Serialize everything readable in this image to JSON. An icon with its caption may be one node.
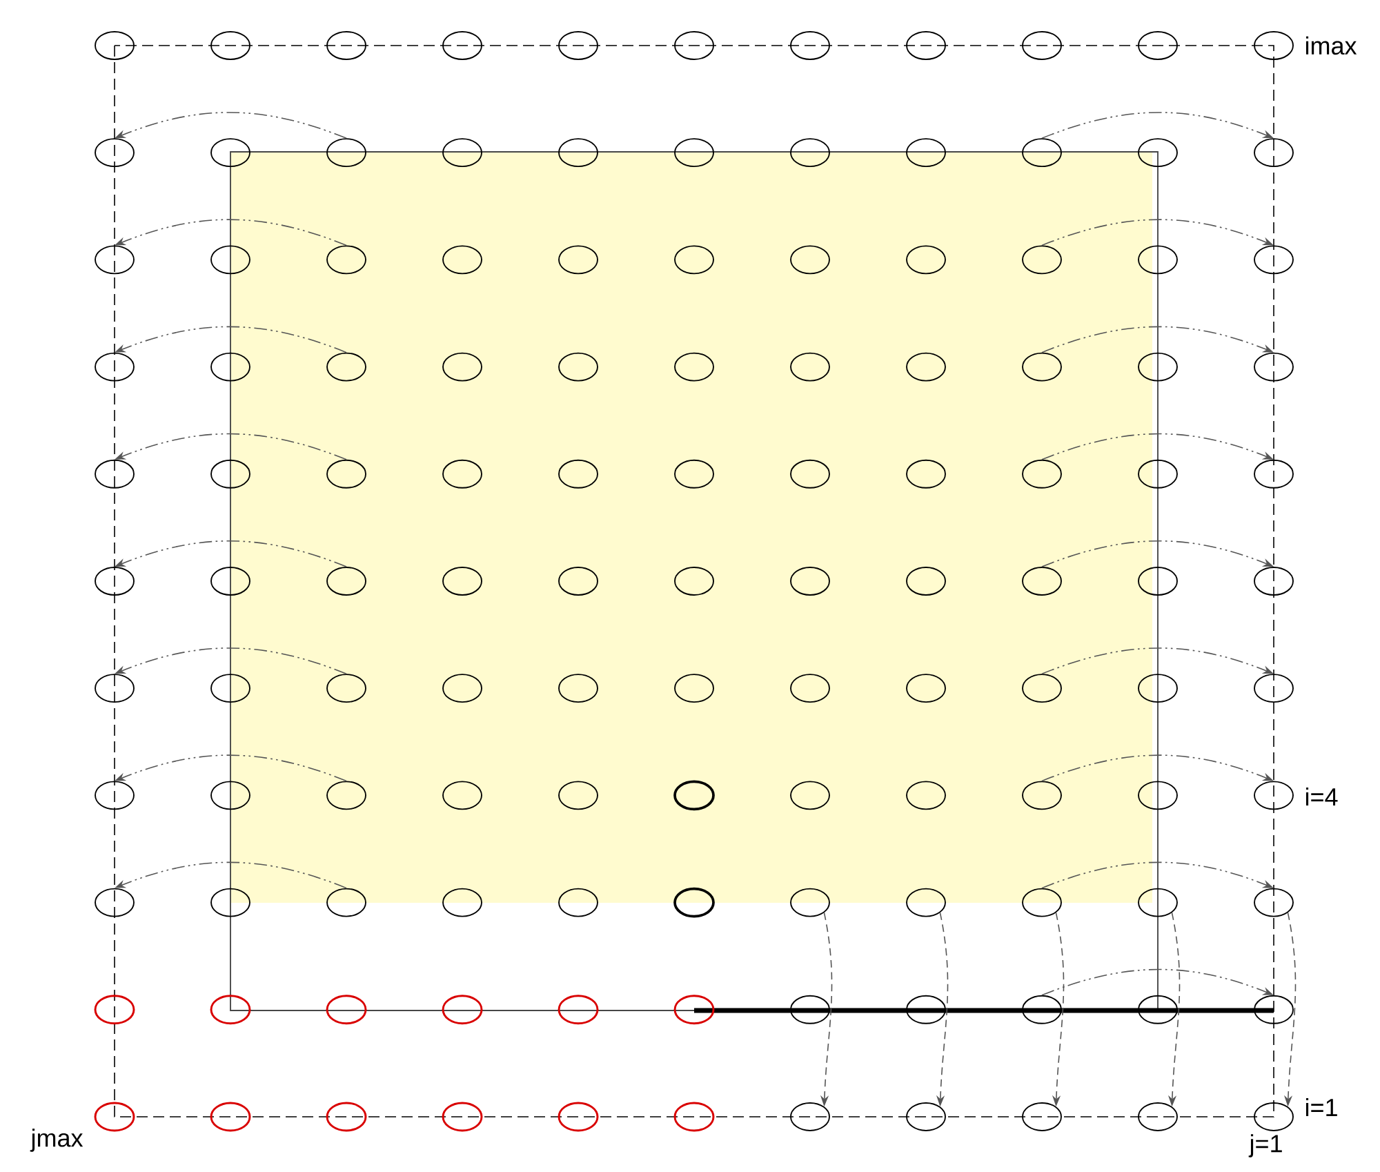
{
  "diagram": {
    "nodes": [
      {
        "text": [],
        "shape": "ellipse"
      },
      {
        "text": [],
        "shape": "ellipse"
      },
      {
        "text": [],
        "shape": "ellipse"
      },
      {
        "text": [],
        "shape": "ellipse"
      },
      {
        "text": [],
        "shape": "ellipse"
      },
      {
        "text": [],
        "shape": "ellipse"
      },
      {
        "text": [],
        "shape": "ellipse"
      },
      {
        "text": [],
        "shape": "ellipse"
      },
      {
        "text": [],
        "shape": "ellipse"
      },
      {
        "text": [],
        "shape": "ellipse"
      },
      {
        "text": [],
        "shape": "ellipse"
      },
      {
        "text": [],
        "shape": "ellipse"
      },
      {
        "text": [],
        "shape": "ellipse"
      },
      {
        "text": [],
        "shape": "ellipse"
      },
      {
        "text": [],
        "shape": "ellipse"
      },
      {
        "text": [],
        "shape": "ellipse"
      },
      {
        "text": [],
        "shape": "ellipse"
      },
      {
        "text": [],
        "shape": "ellipse"
      },
      {
        "text": [],
        "shape": "ellipse"
      },
      {
        "text": [],
        "shape": "ellipse"
      },
      {
        "text": [],
        "shape": "ellipse"
      },
      {
        "text": [],
        "shape": "ellipse"
      },
      {
        "text": [],
        "shape": "ellipse"
      },
      {
        "text": [],
        "shape": "ellipse"
      },
      {
        "text": [],
        "shape": "ellipse"
      },
      {
        "text": [],
        "shape": "ellipse"
      },
      {
        "text": [],
        "shape": "ellipse"
      },
      {
        "text": [],
        "shape": "ellipse"
      },
      {
        "text": [],
        "shape": "ellipse"
      },
      {
        "text": [],
        "shape": "ellipse"
      },
      {
        "text": [],
        "shape": "ellipse"
      },
      {
        "text": [],
        "shape": "ellipse"
      },
      {
        "text": [],
        "shape": "ellipse"
      },
      {
        "text": [],
        "shape": "ellipse"
      },
      {
        "text": [],
        "shape": "ellipse"
      },
      {
        "text": [],
        "shape": "ellipse"
      },
      {
        "text": [],
        "shape": "ellipse"
      },
      {
        "text": [],
        "shape": "ellipse"
      },
      {
        "text": [],
        "shape": "ellipse"
      },
      {
        "text": [],
        "shape": "ellipse"
      },
      {
        "text": [],
        "shape": "ellipse"
      },
      {
        "text": [],
        "shape": "ellipse"
      },
      {
        "text": [],
        "shape": "ellipse"
      },
      {
        "text": [],
        "shape": "ellipse"
      },
      {
        "text": [],
        "shape": "ellipse"
      },
      {
        "text": [],
        "shape": "ellipse"
      },
      {
        "text": [],
        "shape": "ellipse"
      },
      {
        "text": [],
        "shape": "ellipse"
      },
      {
        "text": [],
        "shape": "ellipse"
      },
      {
        "text": [],
        "shape": "ellipse"
      },
      {
        "text": [],
        "shape": "ellipse"
      },
      {
        "text": [],
        "shape": "ellipse"
      },
      {
        "text": [],
        "shape": "ellipse"
      },
      {
        "text": [],
        "shape": "ellipse"
      },
      {
        "text": [],
        "shape": "ellipse"
      },
      {
        "text": [],
        "shape": "ellipse"
      },
      {
        "text": [],
        "shape": "ellipse"
      },
      {
        "text": [],
        "shape": "ellipse"
      },
      {
        "text": [],
        "shape": "ellipse"
      },
      {
        "text": [],
        "shape": "ellipse"
      },
      {
        "text": [],
        "shape": "ellipse"
      },
      {
        "text": [],
        "shape": "ellipse"
      },
      {
        "text": [],
        "shape": "ellipse"
      },
      {
        "text": [],
        "shape": "ellipse"
      },
      {
        "text": [],
        "shape": "ellipse"
      },
      {
        "text": [],
        "shape": "ellipse"
      },
      {
        "text": [],
        "shape": "ellipse"
      },
      {
        "text": [],
        "shape": "ellipse"
      },
      {
        "text": [],
        "shape": "ellipse"
      },
      {
        "text": [],
        "shape": "ellipse"
      },
      {
        "text": [],
        "shape": "ellipse"
      },
      {
        "text": [],
        "shape": "ellipse"
      },
      {
        "text": [],
        "shape": "ellipse"
      },
      {
        "text": [],
        "shape": "ellipse"
      },
      {
        "text": [],
        "shape": "ellipse"
      },
      {
        "text": [],
        "shape": "ellipse"
      },
      {
        "text": [],
        "shape": "ellipse"
      },
      {
        "text": [],
        "shape": "ellipse"
      },
      {
        "text": [],
        "shape": "ellipse"
      },
      {
        "text": [],
        "shape": "ellipse"
      },
      {
        "text": [],
        "shape": "ellipse"
      },
      {
        "text": [],
        "shape": "ellipse"
      },
      {
        "text": [],
        "shape": "ellipse"
      },
      {
        "text": [],
        "shape": "ellipse"
      },
      {
        "text": [],
        "shape": "ellipse"
      },
      {
        "text": [],
        "shape": "ellipse"
      },
      {
        "text": [],
        "shape": "ellipse"
      },
      {
        "text": [],
        "shape": "ellipse"
      },
      {
        "text": [],
        "shape": "ellipse"
      },
      {
        "text": [],
        "shape": "ellipse"
      },
      {
        "text": [],
        "shape": "ellipse"
      },
      {
        "text": [],
        "shape": "ellipse"
      },
      {
        "text": [],
        "shape": "ellipse"
      },
      {
        "text": [],
        "shape": "ellipse"
      },
      {
        "text": [],
        "shape": "ellipse"
      },
      {
        "text": [],
        "shape": "ellipse"
      },
      {
        "text": [],
        "shape": "ellipse"
      },
      {
        "text": [],
        "shape": "ellipse"
      },
      {
        "text": [],
        "shape": "ellipse"
      },
      {
        "text": [],
        "shape": "ellipse"
      },
      {
        "text": [],
        "shape": "ellipse"
      },
      {
        "text": [],
        "shape": "ellipse"
      },
      {
        "text": [],
        "shape": "ellipse"
      },
      {
        "text": [],
        "shape": "ellipse"
      },
      {
        "text": [],
        "shape": "ellipse"
      },
      {
        "text": [],
        "shape": "ellipse"
      },
      {
        "text": [],
        "shape": "ellipse"
      },
      {
        "text": [],
        "shape": "ellipse"
      },
      {
        "text": [],
        "shape": "ellipse"
      },
      {
        "text": [],
        "shape": "ellipse"
      },
      {
        "text": [],
        "shape": "ellipse"
      },
      {
        "text": [],
        "shape": "ellipse"
      },
      {
        "text": [],
        "shape": "ellipse"
      },
      {
        "text": [],
        "shape": "ellipse"
      },
      {
        "text": [],
        "shape": "ellipse"
      },
      {
        "text": [],
        "shape": "ellipse"
      },
      {
        "text": [],
        "shape": "ellipse"
      },
      {
        "text": [],
        "shape": "ellipse"
      },
      {
        "text": [],
        "shape": "ellipse"
      },
      {
        "text": [],
        "shape": "ellipse"
      },
      {
        "text": [],
        "shape": "ellipse"
      }
    ],
    "edges": [
      {
        "from": 13,
        "to": 11,
        "arrow": "to"
      },
      {
        "from": 24,
        "to": 22,
        "arrow": "to"
      },
      {
        "from": 35,
        "to": 33,
        "arrow": "to"
      },
      {
        "from": 46,
        "to": 44,
        "arrow": "to"
      },
      {
        "from": 57,
        "to": 55,
        "arrow": "to"
      },
      {
        "from": 68,
        "to": 66,
        "arrow": "to"
      },
      {
        "from": 79,
        "to": 77,
        "arrow": "to"
      },
      {
        "from": 90,
        "to": 88,
        "arrow": "to"
      },
      {
        "from": 19,
        "to": 21,
        "arrow": "to"
      },
      {
        "from": 30,
        "to": 32,
        "arrow": "to"
      },
      {
        "from": 41,
        "to": 43,
        "arrow": "to"
      },
      {
        "from": 52,
        "to": 54,
        "arrow": "to"
      },
      {
        "from": 63,
        "to": 65,
        "arrow": "to"
      },
      {
        "from": 74,
        "to": 76,
        "arrow": "to"
      },
      {
        "from": 85,
        "to": 87,
        "arrow": "to"
      },
      {
        "from": 96,
        "to": 98,
        "arrow": "to"
      },
      {
        "from": 107,
        "to": 109,
        "arrow": "to"
      },
      {
        "from": 94,
        "to": 116,
        "arrow": "to",
        "style": "dashed"
      },
      {
        "from": 95,
        "to": 117,
        "arrow": "to",
        "style": "dashed"
      },
      {
        "from": 96,
        "to": 118,
        "arrow": "to",
        "style": "dashed"
      },
      {
        "from": 97,
        "to": 119,
        "arrow": "to",
        "style": "dashed"
      },
      {
        "from": 98,
        "to": 120,
        "arrow": "to",
        "style": "dashed"
      }
    ],
    "labels": [
      "imax",
      "i=4",
      "i=1",
      "jmax",
      "j=1"
    ]
  }
}
